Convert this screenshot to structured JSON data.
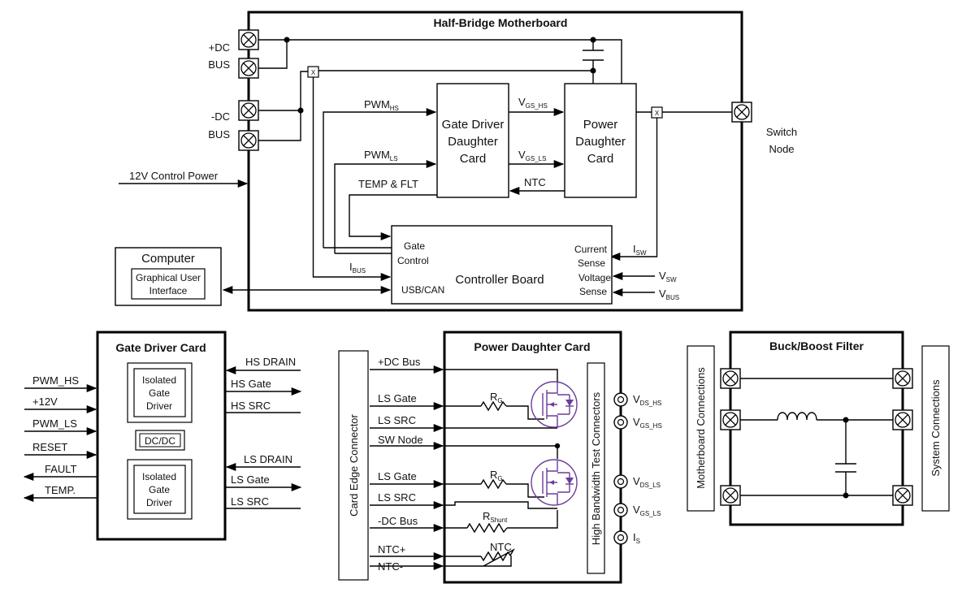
{
  "motherboard": {
    "title": "Half-Bridge Motherboard",
    "dc_plus": [
      "+DC",
      "BUS"
    ],
    "dc_minus": [
      "-DC",
      "BUS"
    ],
    "ctrl_power": "12V Control Power",
    "switch_node": [
      "Switch",
      "Node"
    ],
    "gate_driver_card": [
      "Gate Driver",
      "Daughter",
      "Card"
    ],
    "power_card": [
      "Power",
      "Daughter",
      "Card"
    ],
    "pwm_hs": {
      "main": "PWM",
      "sub": "HS"
    },
    "pwm_ls": {
      "main": "PWM",
      "sub": "LS"
    },
    "vgs_hs": {
      "main": "V",
      "sub": "GS_HS"
    },
    "vgs_ls": {
      "main": "V",
      "sub": "GS_LS"
    },
    "ntc": "NTC",
    "temp_flt": "TEMP & FLT",
    "controller": {
      "title": "Controller Board",
      "gate_control": [
        "Gate",
        "Control"
      ],
      "usb_can": "USB/CAN",
      "current_sense": [
        "Current",
        "Sense"
      ],
      "voltage_sense": [
        "Voltage",
        "Sense"
      ]
    },
    "ibus": {
      "main": "I",
      "sub": "BUS"
    },
    "isw": {
      "main": "I",
      "sub": "SW"
    },
    "vsw": {
      "main": "V",
      "sub": "SW"
    },
    "vbus": {
      "main": "V",
      "sub": "BUS"
    },
    "x": "X"
  },
  "computer": {
    "title": "Computer",
    "gui": [
      "Graphical User",
      "Interface"
    ]
  },
  "gate_driver": {
    "title": "Gate Driver Card",
    "inputs": [
      "PWM_HS",
      "+12V",
      "PWM_LS",
      "RESET"
    ],
    "outputs_left": [
      "FAULT",
      "TEMP."
    ],
    "isolated": [
      "Isolated",
      "Gate",
      "Driver"
    ],
    "dcdc": "DC/DC",
    "right_hs": [
      "HS DRAIN",
      "HS Gate",
      "HS SRC"
    ],
    "right_ls": [
      "LS DRAIN",
      "LS Gate",
      "LS SRC"
    ]
  },
  "power_daughter": {
    "title": "Power Daughter Card",
    "edge": "Card Edge Connector",
    "hbw": "High Bandwidth Test Connectors",
    "signals": [
      "+DC Bus",
      "LS Gate",
      "LS SRC",
      "SW Node",
      "LS Gate",
      "LS SRC",
      "-DC Bus",
      "NTC+",
      "NTC-"
    ],
    "rg": {
      "main": "R",
      "sub": "G"
    },
    "rshunt": {
      "main": "R",
      "sub": "Shunt"
    },
    "ntc": "NTC",
    "test_points": [
      {
        "main": "V",
        "sub": "DS_HS"
      },
      {
        "main": "V",
        "sub": "GS_HS"
      },
      {
        "main": "V",
        "sub": "DS_LS"
      },
      {
        "main": "V",
        "sub": "GS_LS"
      },
      {
        "main": "I",
        "sub": "S"
      }
    ]
  },
  "buck_boost": {
    "title": "Buck/Boost Filter",
    "left": "Motherboard Connections",
    "right": "System Connections"
  },
  "colors": {
    "line": "#000000",
    "mosfet": "#6a3d9a"
  }
}
